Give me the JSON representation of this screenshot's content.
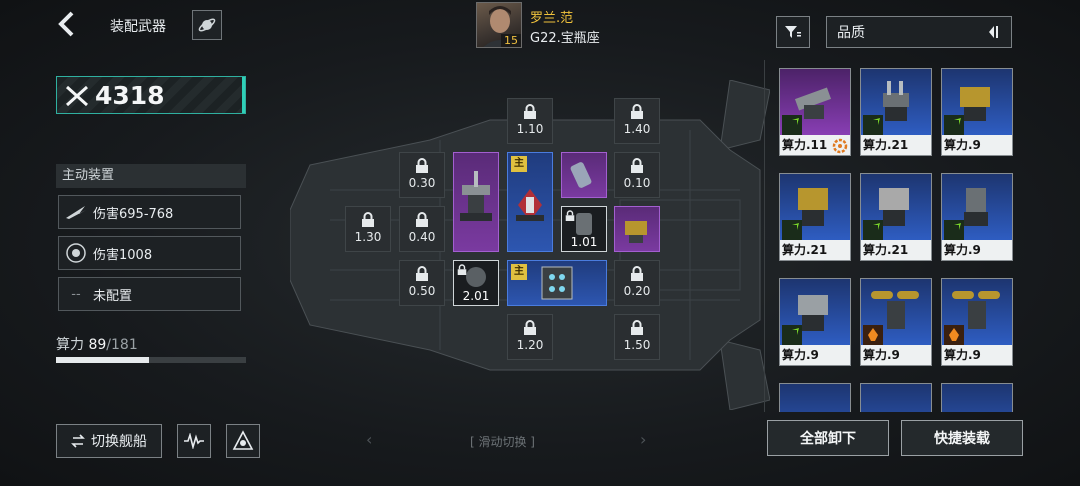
{
  "header": {
    "title": "装配武器",
    "pilot_name": "罗兰.范",
    "pilot_level": "15",
    "ship_name": "G22.宝瓶座"
  },
  "power": {
    "value": "4318"
  },
  "active_devices": {
    "title": "主动装置",
    "items": [
      {
        "icon": "blade-icon",
        "label": "伤害695-768"
      },
      {
        "icon": "orb-icon",
        "label": "伤害1008"
      },
      {
        "icon": "dash-icon",
        "label": "未配置"
      }
    ]
  },
  "compute": {
    "label": "算力",
    "used": "89",
    "max": "/181",
    "fraction": 0.49
  },
  "bottom": {
    "switch_label": "切换舰船",
    "swipe_hint": "[ 滑动切换 ]",
    "unload_all": "全部卸下",
    "quick_equip": "快捷装载"
  },
  "main_tag": "主",
  "slots": {
    "locked": [
      "1.10",
      "1.40",
      "0.30",
      "0.10",
      "1.30",
      "0.40",
      "0.50",
      "0.20",
      "1.20",
      "1.50"
    ],
    "equipped": [
      "1.01",
      "2.01"
    ]
  },
  "inventory": {
    "quality_label": "品质",
    "items": [
      {
        "label": "算力.11",
        "quality": "purple"
      },
      {
        "label": "算力.21",
        "quality": "blue"
      },
      {
        "label": "算力.9",
        "quality": "blue"
      },
      {
        "label": "算力.21",
        "quality": "blue"
      },
      {
        "label": "算力.21",
        "quality": "blue"
      },
      {
        "label": "算力.9",
        "quality": "blue"
      },
      {
        "label": "算力.9",
        "quality": "blue"
      },
      {
        "label": "算力.9",
        "quality": "blue"
      },
      {
        "label": "算力.9",
        "quality": "blue"
      }
    ]
  },
  "colors": {
    "accent": "#2fb0a0",
    "purple": "#8a3fb6",
    "blue": "#2f5ec4",
    "gold": "#f0c33c"
  }
}
